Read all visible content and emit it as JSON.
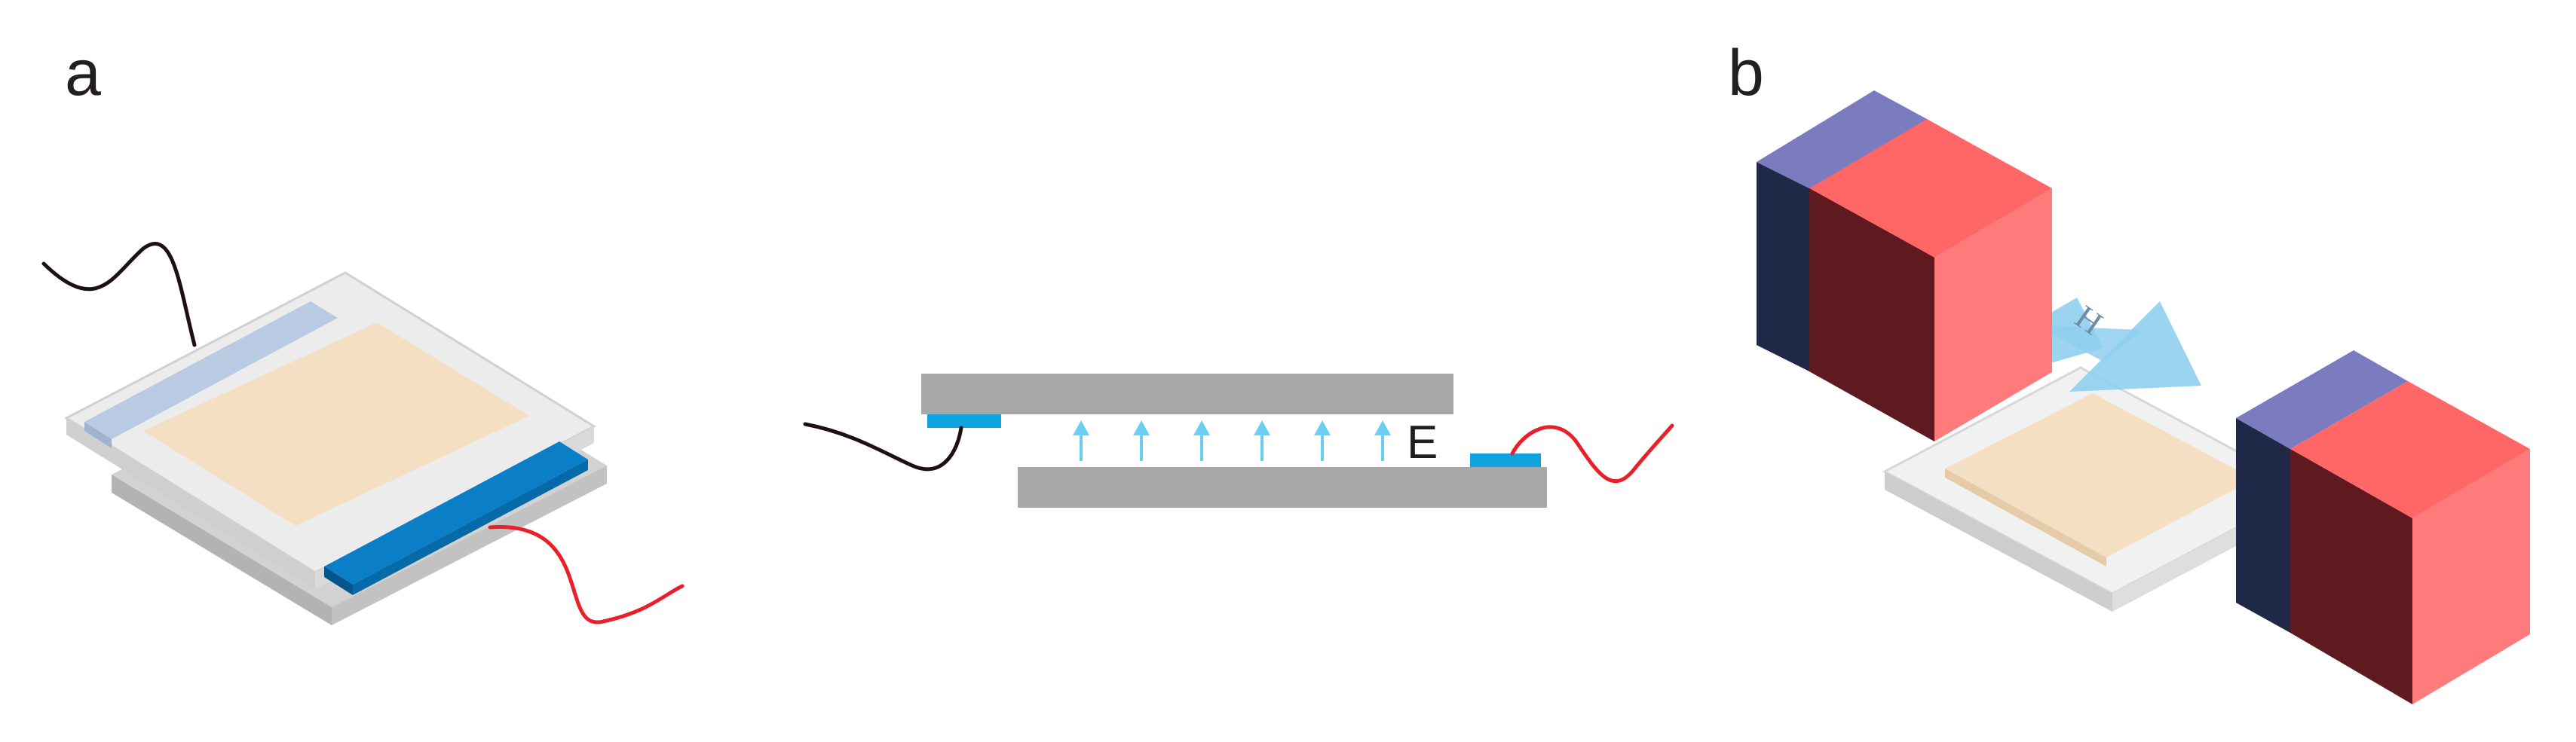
{
  "figure": {
    "panel_a": {
      "label": "a"
    },
    "panel_b": {
      "label": "b"
    },
    "electric_field": {
      "label": "E",
      "arrow_count": 6,
      "direction": "up"
    },
    "magnetic_field": {
      "label": "H",
      "direction": "right-down"
    }
  },
  "colors": {
    "glass_plate": "#e6e6e6",
    "glass_edge": "#c9c9c9",
    "film": "#f5dfc3",
    "electrode_light": "#b8cbe3",
    "electrode_blue": "#0a7fc8",
    "electrode_cyan": "#0fa3e0",
    "plate_gray": "#a8a8a8",
    "wire_black": "#1e1010",
    "wire_red": "#e8202a",
    "field_arrow": "#6dcff0",
    "magnet_red": "#ff7b7b",
    "magnet_red_top": "#ff6666",
    "magnet_dark_red": "#5e1a1f",
    "magnet_blue_top": "#7b7bbf",
    "magnet_navy": "#202848",
    "h_arrow": "#8fcfee"
  }
}
